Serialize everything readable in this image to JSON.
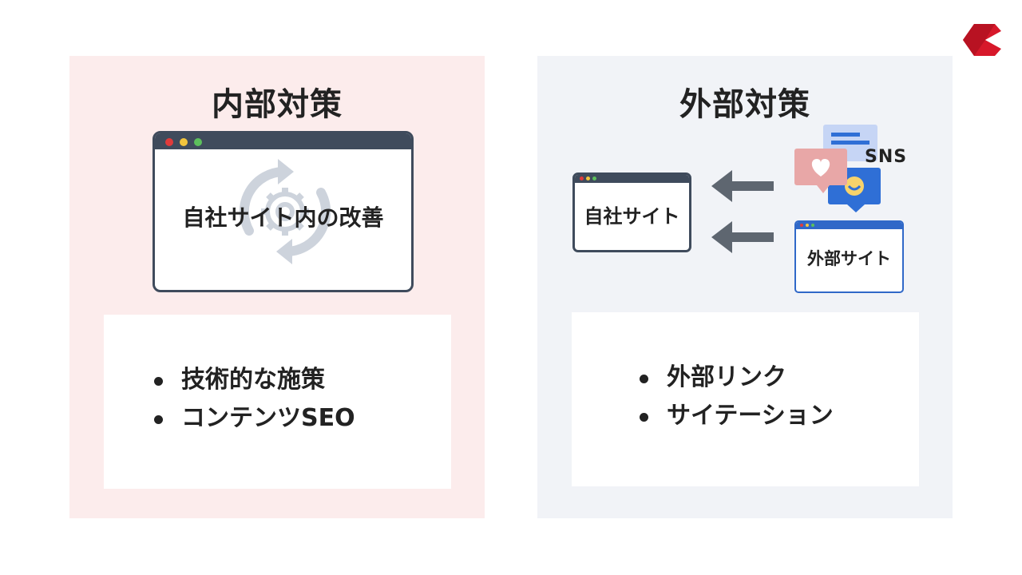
{
  "colors": {
    "left_panel_bg": "#fcecec",
    "right_panel_bg": "#f1f3f7",
    "window_frame": "#3f4b5c",
    "external_window_frame": "#3068c8",
    "logo_red": "#d7182a",
    "arrow_gray": "#5e6670",
    "heart_bubble": "#e8a7a7",
    "chat_bubble_blue": "#2f6fd6",
    "message_card": "#c6d5f5"
  },
  "icons": {
    "logo": "logo-icon",
    "gear_cycle": "gear-cycle-icon",
    "heart_bubble": "heart-bubble-icon",
    "smile_bubble": "smile-bubble-icon",
    "message_card": "message-card-icon",
    "arrow": "arrow-left-icon"
  },
  "left": {
    "title": "内部対策",
    "window_text": "自社サイト内の改善",
    "items": [
      "技術的な施策",
      "コンテンツSEO"
    ]
  },
  "right": {
    "title": "外部対策",
    "own_site": "自社サイト",
    "external_site": "外部サイト",
    "sns_label": "SNS",
    "items": [
      "外部リンク",
      "サイテーション"
    ]
  }
}
